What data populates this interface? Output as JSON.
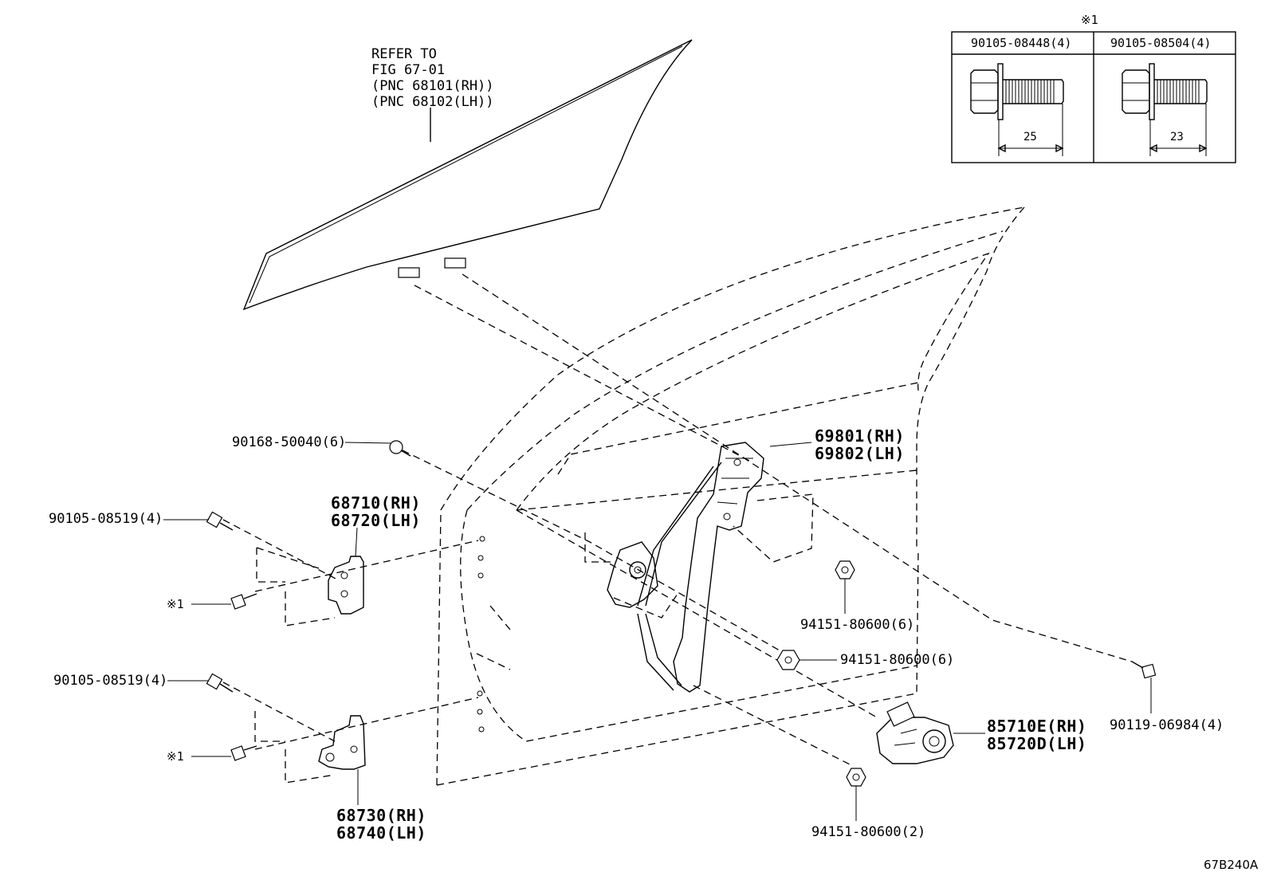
{
  "refer_note": [
    "REFER TO",
    "FIG 67-01",
    "(PNC 68101(RH))",
    "(PNC 68102(LH))"
  ],
  "table": {
    "marker": "※1",
    "col1": {
      "part": "90105-08448(4)",
      "length": "25"
    },
    "col2": {
      "part": "90105-08504(4)",
      "length": "23"
    }
  },
  "parts": {
    "bolt_top": "90168-50040(6)",
    "regulator": [
      "69801(RH)",
      "69802(LH)"
    ],
    "upper_hinge": [
      "68710(RH)",
      "68720(LH)"
    ],
    "bolt_upper_hinge": "90105-08519(4)",
    "marker_upper": "※1",
    "bolt_lower_hinge": "90105-08519(4)",
    "marker_lower": "※1",
    "lower_hinge": [
      "68730(RH)",
      "68740(LH)"
    ],
    "nut_a": "94151-80600(6)",
    "nut_b": "94151-80600(6)",
    "nut_c": "94151-80600(2)",
    "motor": [
      "85710E(RH)",
      "85720D(LH)"
    ],
    "bolt_right": "90119-06984(4)"
  },
  "figure_id": "67B240A"
}
